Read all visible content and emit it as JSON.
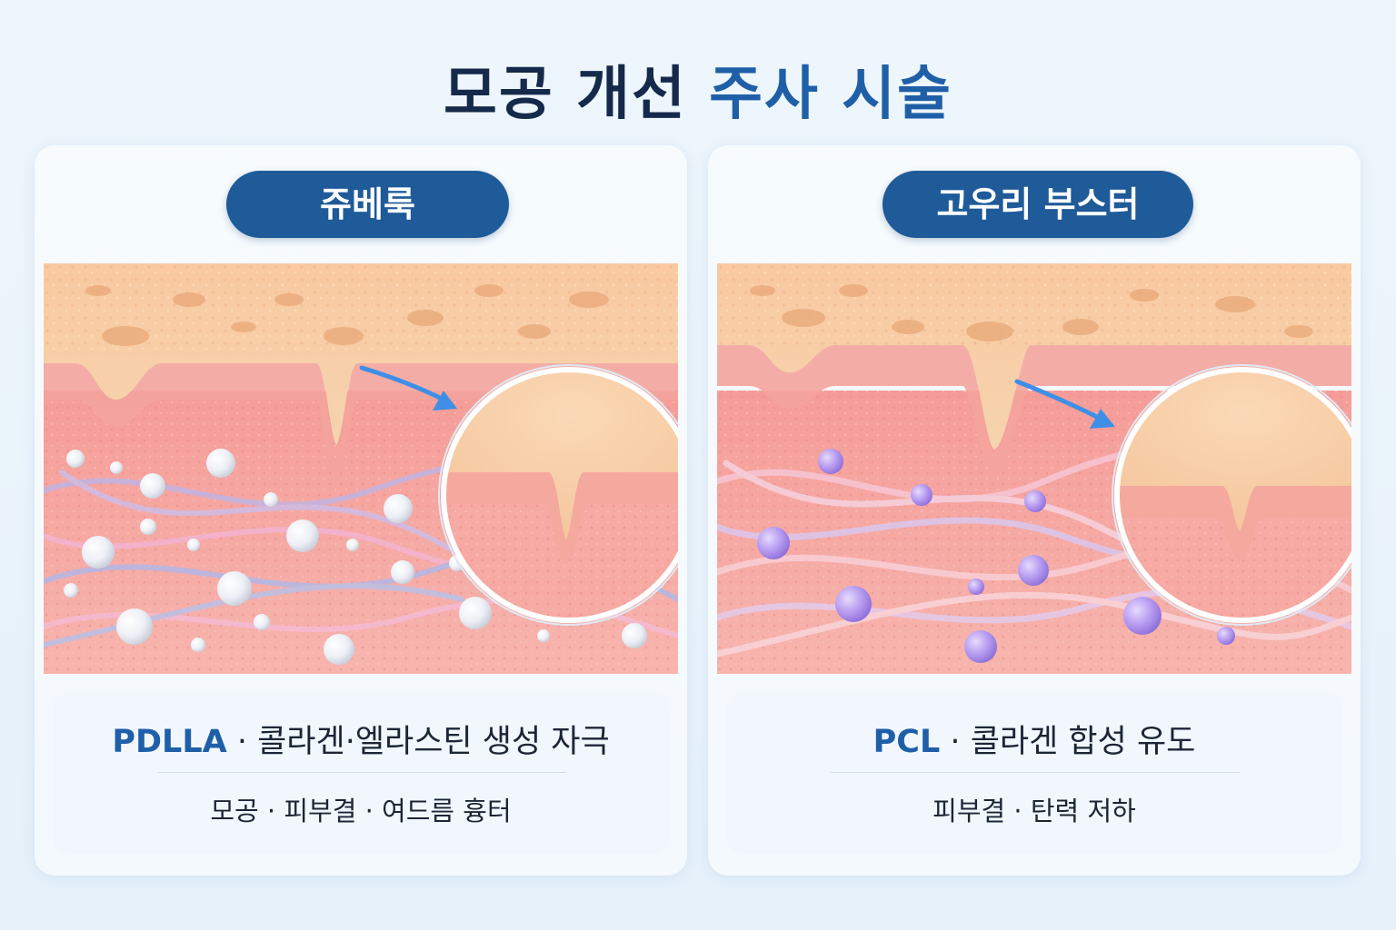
{
  "title": {
    "part1": "모공 개선",
    "part2": "주사 시술"
  },
  "panels": [
    {
      "name": "쥬베룩",
      "ingredient": "PDLLA",
      "sep": " · ",
      "effect": "콜라겐·엘라스틴 생성 자극",
      "indications": "모공 · 피부결 · 여드름 흉터",
      "particle_color": "#f4f6fa"
    },
    {
      "name": "고우리 부스터",
      "ingredient": "PCL",
      "sep": " · ",
      "effect": "콜라겐 합성 유도",
      "indications": "피부결 · 탄력 저하",
      "particle_color": "#b79cf0"
    }
  ],
  "colors": {
    "accent": "#1f5fa8",
    "pill": "#1f5a99",
    "title": "#152a4a",
    "skin_top": "#f8cfa8",
    "dermis": "#f6a9a4",
    "arrow": "#3f8fe6"
  }
}
